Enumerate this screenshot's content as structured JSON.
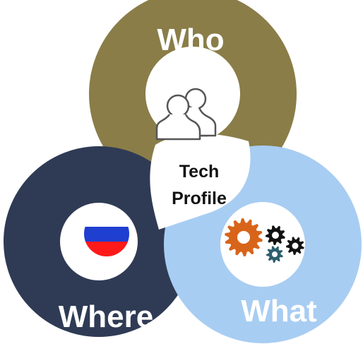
{
  "diagram": {
    "center": {
      "line1": "Tech",
      "line2": "Profile"
    },
    "rings": [
      {
        "id": "who",
        "label": "Who",
        "color": "#8a7d48",
        "icon": "people-icon"
      },
      {
        "id": "where",
        "label": "Where",
        "color": "#2f3b55",
        "icon": "russia-flag-icon"
      },
      {
        "id": "what",
        "label": "What",
        "color": "#a8cdf2",
        "icon": "gears-icon"
      }
    ],
    "flag_colors": [
      "#ffffff",
      "#1f3fd1",
      "#ff1a1a"
    ],
    "gear_colors": {
      "large": "#d8641a",
      "small_dark": "#111111",
      "small_teal": "#2d5f6e"
    }
  }
}
